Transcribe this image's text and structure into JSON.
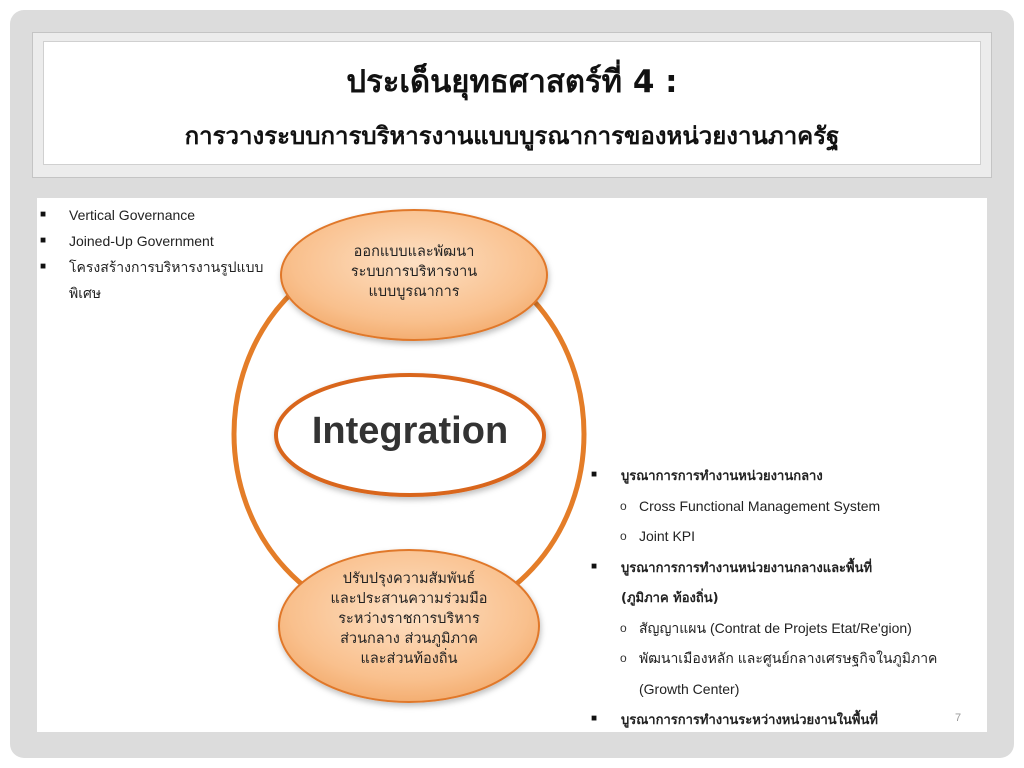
{
  "title": {
    "line1": "ประเด็นยุทธศาสตร์ที่ 4 :",
    "line2": "การวางระบบการบริหารงานแบบบูรณาการของหน่วยงานภาครัฐ"
  },
  "left_list": {
    "items": [
      "Vertical Governance",
      "Joined-Up Government",
      "โครงสร้างการบริหารงานรูปแบบ"
    ],
    "continuation": "พิเศษ"
  },
  "diagram": {
    "top_bubble": [
      "ออกแบบและพัฒนา",
      "ระบบการบริหารงาน",
      "แบบบูรณาการ"
    ],
    "center": "Integration",
    "bottom_bubble": [
      "ปรับปรุงความสัมพันธ์",
      "และประสานความร่วมมือ",
      "ระหว่างราชการบริหาร",
      "ส่วนกลาง ส่วนภูมิภาค",
      "และส่วนท้องถิ่น"
    ],
    "colors": {
      "ring": "#e47d28",
      "bubble_fill": "#f9c08d",
      "bubble_edge": "#e0782a",
      "center_border": "#d9661f"
    }
  },
  "right_list": {
    "main1": "บูรณาการการทำงานหน่วยงานกลาง",
    "sub1": [
      "Cross Functional Management  System",
      "Joint KPI"
    ],
    "main2": "บูรณาการการทำงานหน่วยงานกลางและพื้นที่",
    "main2_cont": "(ภูมิภาค ท้องถิ่น)",
    "sub2a": "สัญญาแผน (Contrat de Projets Etat/Re'gion)",
    "sub2b": "พัฒนาเมืองหลัก และศูนย์กลางเศรษฐกิจในภูมิภาค",
    "sub2b_cont": "(Growth Center)",
    "main3": "บูรณาการการทำงานระหว่างหน่วยงานในพื้นที่"
  },
  "slide_number": "7"
}
